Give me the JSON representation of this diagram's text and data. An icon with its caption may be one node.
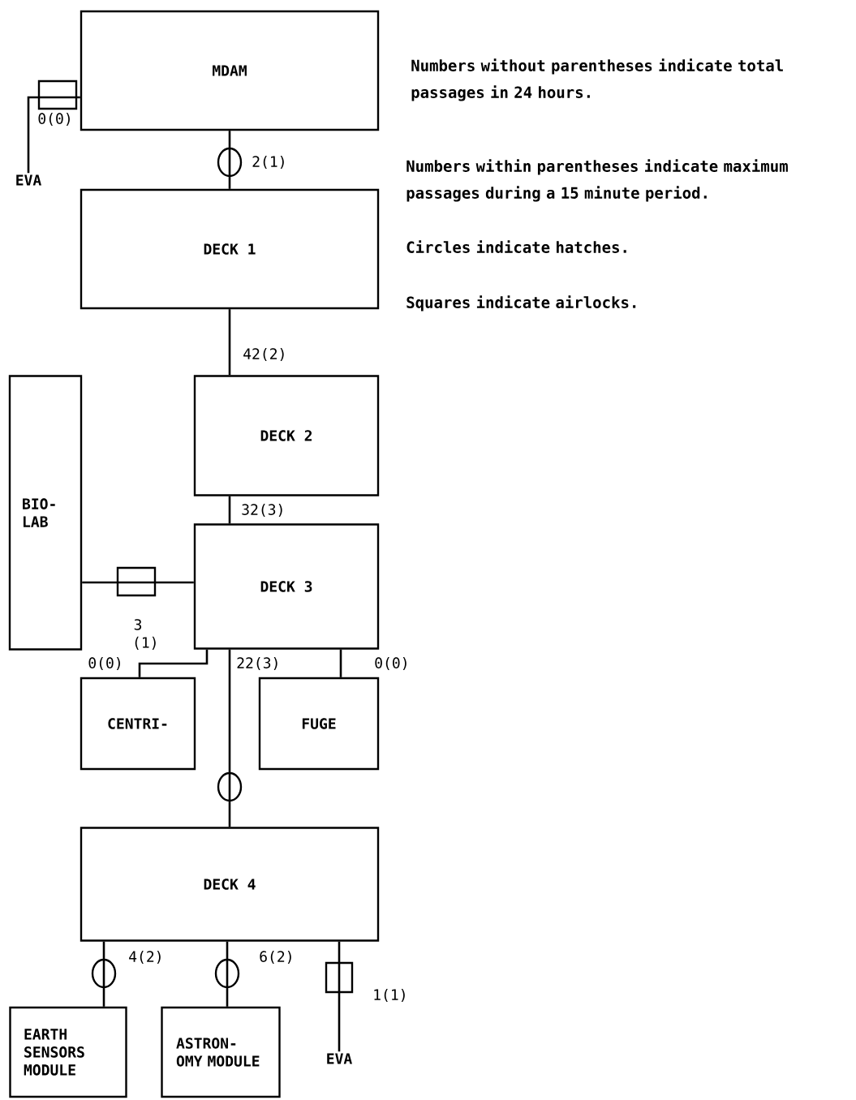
{
  "diagram": {
    "nodes": [
      {
        "text": [
          "MDAM"
        ]
      },
      {
        "text": [
          "EVA"
        ]
      },
      {
        "text": [
          "DECK 1"
        ]
      },
      {
        "text": [
          "DECK 2"
        ]
      },
      {
        "text": [
          "BIO- LAB"
        ]
      },
      {
        "text": [
          "DECK 3"
        ]
      },
      {
        "text": [
          "CENTRI-"
        ]
      },
      {
        "text": [
          "FUGE"
        ]
      },
      {
        "text": [
          "DECK 4"
        ]
      },
      {
        "text": [
          "EARTH SENSORS MODULE"
        ]
      },
      {
        "text": [
          "ASTRON- OMY MODULE"
        ]
      },
      {
        "text": [
          "EVA"
        ]
      }
    ],
    "edges": [
      {
        "from": 1,
        "to": 0,
        "arrow": "none",
        "label": "0(0)"
      },
      {
        "from": 0,
        "to": 2,
        "arrow": "none",
        "label": "2(1)"
      },
      {
        "from": 2,
        "to": 3,
        "arrow": "none",
        "label": "42(2)"
      },
      {
        "from": 3,
        "to": 5,
        "arrow": "none",
        "label": "32(3)"
      },
      {
        "from": 4,
        "to": 5,
        "arrow": "none",
        "label": "3 (1)"
      },
      {
        "from": 5,
        "to": 6,
        "arrow": "none",
        "label": "0(0)"
      },
      {
        "from": 5,
        "to": 8,
        "arrow": "none",
        "label": "22(3)"
      },
      {
        "from": 5,
        "to": 7,
        "arrow": "none",
        "label": "0(0)"
      },
      {
        "from": 8,
        "to": 9,
        "arrow": "none",
        "label": "4(2)"
      },
      {
        "from": 8,
        "to": 10,
        "arrow": "none",
        "label": "6(2)"
      },
      {
        "from": 8,
        "to": 11,
        "arrow": "none",
        "label": "1(1)"
      }
    ],
    "labels": [
      "Numbers without parentheses indicate total passages in 24 hours.",
      "Numbers within parentheses indicate maximum passages during a 15 minute period.",
      "Circles indicate hatches.",
      "Squares indicate airlocks."
    ]
  }
}
